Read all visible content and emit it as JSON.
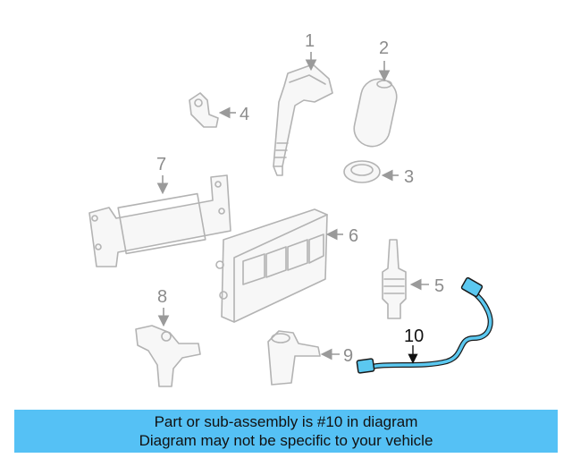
{
  "diagram": {
    "callouts": {
      "c1": "1",
      "c2": "2",
      "c3": "3",
      "c4": "4",
      "c5": "5",
      "c6": "6",
      "c7": "7",
      "c8": "8",
      "c9": "9",
      "c10": "10"
    },
    "highlighted_part": "10",
    "highlight_color": "#5bc8f0"
  },
  "banner": {
    "line1": "Part or sub-assembly is #10 in diagram",
    "line2": "Diagram may not be specific to your vehicle",
    "background_color": "#55c1f5"
  }
}
